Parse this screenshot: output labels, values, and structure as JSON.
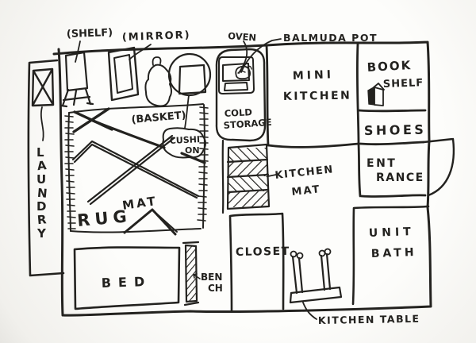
{
  "sketch": {
    "type": "hand-drawn apartment floor plan",
    "colors": {
      "ink": "#23221f",
      "paper": "#fbfaf7"
    }
  },
  "areas": {
    "laundry": {
      "letters": [
        "L",
        "A",
        "U",
        "N",
        "D",
        "R",
        "Y"
      ]
    },
    "shelf": {
      "label": "(SHELF)"
    },
    "mirror": {
      "label": "(MIRROR)"
    },
    "oven": {
      "label": "OVEN"
    },
    "balmuda_pot": {
      "label": "BALMUDA POT"
    },
    "basket": {
      "label": "(BASKET)"
    },
    "cushion": {
      "line1": "CUSHI",
      "line2": "ON"
    },
    "cold_storage": {
      "line1": "COLD",
      "line2": "STORAGE"
    },
    "mini_kitchen": {
      "line1": "MINI",
      "line2": "KITCHEN"
    },
    "book_shelf": {
      "line1": "BOOK",
      "line2": "SHELF"
    },
    "shoes": {
      "label": "SHOES"
    },
    "entrance": {
      "line1": "ENT",
      "line2": "RANCE"
    },
    "kitchen_mat": {
      "line1": "KITCHEN",
      "line2": "MAT"
    },
    "rug": {
      "word1": "RUG",
      "word2": "MAT"
    },
    "bed": {
      "label": "BED"
    },
    "bench": {
      "line1": "BEN",
      "line2": "CH"
    },
    "closet": {
      "label": "CLOSET"
    },
    "unit_bath": {
      "line1": "UNIT",
      "line2": "BATH"
    },
    "kitchen_table": {
      "label": "KITCHEN TABLE"
    }
  }
}
